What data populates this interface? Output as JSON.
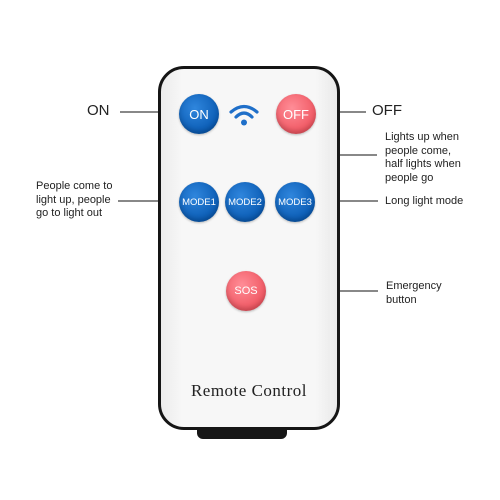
{
  "remote": {
    "brand_text": "Remote Control",
    "buttons": {
      "on": "ON",
      "off": "OFF",
      "mode1": "MODE1",
      "mode2": "MODE2",
      "mode3": "MODE3",
      "sos": "SOS"
    },
    "signal_icon": "wifi-signal-icon"
  },
  "callouts": {
    "on": "ON",
    "off": "OFF",
    "mode2": [
      "Lights up when",
      "people come,",
      "half lights when",
      "people go"
    ],
    "mode1": [
      "People come to",
      "light up, people",
      "go to light out"
    ],
    "mode3": "Long light mode",
    "sos": [
      "Emergency",
      "button"
    ]
  },
  "colors": {
    "blue_button": "#0b5cb4",
    "red_button": "#f05863",
    "remote_body": "#f7f7f7",
    "remote_border": "#151515"
  }
}
